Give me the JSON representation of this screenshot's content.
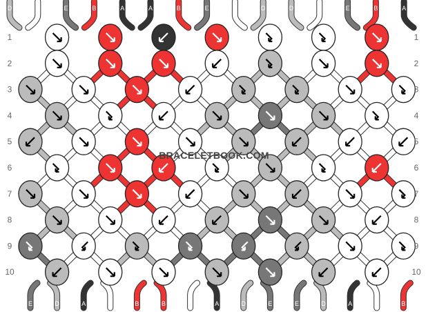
{
  "watermark": "BRACELETBOOK.COM",
  "row_numbers": [
    "1",
    "2",
    "3",
    "4",
    "5",
    "6",
    "7",
    "8",
    "9",
    "10"
  ],
  "colors": {
    "A": "#333333",
    "B": "#ee3333",
    "C": "#ffffff",
    "D": "#bbbbbb",
    "E": "#777777"
  },
  "top_strands": [
    "D",
    "C",
    "E",
    "B",
    "A",
    "A",
    "B",
    "E",
    "C",
    "D",
    "D",
    "C",
    "E",
    "B",
    "A"
  ],
  "bottom_strands": [
    "E",
    "D",
    "A",
    "C",
    "B",
    "B",
    "C",
    "A",
    "D",
    "E",
    "E",
    "D",
    "A",
    "C",
    "B"
  ],
  "knots": [
    [
      "C:f",
      "B:f",
      "A:b",
      "B:f",
      "C:fb",
      "C:fb",
      "B:f"
    ],
    [
      "C:f",
      "B:f",
      "B:f",
      "C:b",
      "D:fb",
      "C:f",
      "B:f"
    ],
    [
      "D:f",
      "C:f",
      "B:f",
      "C:b",
      "D:fb",
      "D:fb",
      "C:f",
      "C:fb"
    ],
    [
      "D:f",
      "C:fb",
      "C:b",
      "D:f",
      "E:f",
      "D:f",
      "C:fb"
    ],
    [
      "D:b",
      "C:f",
      "B:f",
      "C:f",
      "D:f",
      "D:b",
      "C:b",
      "C:b"
    ],
    [
      "C:fb",
      "B:f",
      "B:b",
      "C:fb",
      "D:f",
      "C:fb",
      "B:b"
    ],
    [
      "D:f",
      "C:f",
      "B:f",
      "C:b",
      "D:f",
      "D:b",
      "C:f",
      "C:fb"
    ],
    [
      "D:f",
      "C:f",
      "C:b",
      "D:b",
      "E:f",
      "D:f",
      "C:b"
    ],
    [
      "E:fb",
      "C:bf",
      "D:fb",
      "E:fb",
      "E:bf",
      "D:bf",
      "C:f",
      "C:fb"
    ],
    [
      "D:b",
      "C:f",
      "C:f",
      "D:f",
      "E:f",
      "D:b",
      "C:b"
    ]
  ]
}
